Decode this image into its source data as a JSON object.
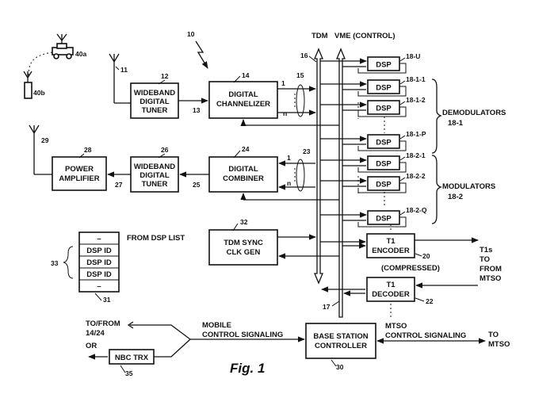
{
  "figure_label": "Fig. 1",
  "bus": {
    "tdm": "TDM",
    "vme": "VME (CONTROL)",
    "ref_tdm": "16",
    "ref_vme": "17"
  },
  "system_ref": "10",
  "antennas": {
    "a40a": "40a",
    "a40b": "40b",
    "a11": "11",
    "a29": "29"
  },
  "wideband_tuner_rx": {
    "line1": "WIDEBAND",
    "line2": "DIGITAL",
    "line3": "TUNER",
    "ref": "12",
    "link": "13"
  },
  "channelizer": {
    "line1": "DIGITAL",
    "line2": "CHANNELIZER",
    "ref": "14",
    "out1": "1",
    "outn": "n",
    "bundle": "15"
  },
  "power_amp": {
    "line1": "POWER",
    "line2": "AMPLIFIER",
    "ref": "28",
    "link": "27"
  },
  "wideband_tuner_tx": {
    "line1": "WIDEBAND",
    "line2": "DIGITAL",
    "line3": "TUNER",
    "ref": "26",
    "link": "25"
  },
  "combiner": {
    "line1": "DIGITAL",
    "line2": "COMBINER",
    "ref": "24",
    "in1": "1",
    "inn": "n",
    "bundle": "23"
  },
  "tdm_sync": {
    "line1": "TDM SYNC",
    "line2": "CLK GEN",
    "ref": "32"
  },
  "dsp_label": "DSP",
  "dsp_refs": [
    "18-U",
    "18-1-1",
    "18-1-2",
    "18-1-P",
    "18-2-1",
    "18-2-2",
    "18-2-Q"
  ],
  "demodulators": {
    "line1": "DEMODULATORS",
    "line2": "18-1"
  },
  "modulators": {
    "line1": "MODULATORS",
    "line2": "18-2"
  },
  "dsp_list": {
    "title": "FROM DSP LIST",
    "rows": [
      "–",
      "DSP ID",
      "DSP ID",
      "DSP ID",
      "–"
    ],
    "ref": "33",
    "ref2": "31"
  },
  "t1_encoder": {
    "line1": "T1",
    "line2": "ENCODER",
    "ref": "20"
  },
  "t1_decoder": {
    "line1": "T1",
    "line2": "DECODER",
    "ref": "22"
  },
  "compressed": "(COMPRESSED)",
  "t1s": {
    "line1": "T1s",
    "line2": "TO",
    "line3": "FROM",
    "line4": "MTSO"
  },
  "bsc": {
    "line1": "BASE STATION",
    "line2": "CONTROLLER",
    "ref": "30"
  },
  "mobile_signaling": {
    "line1": "MOBILE",
    "line2": "CONTROL SIGNALING"
  },
  "to_from": {
    "line1": "TO/FROM",
    "line2": "14/24"
  },
  "or_label": "OR",
  "nbc_trx": {
    "label": "NBC TRX",
    "ref": "35"
  },
  "mtso_signaling": {
    "line1": "MTSO",
    "line2": "CONTROL SIGNALING"
  },
  "to_mtso": {
    "line1": "TO",
    "line2": "MTSO"
  }
}
